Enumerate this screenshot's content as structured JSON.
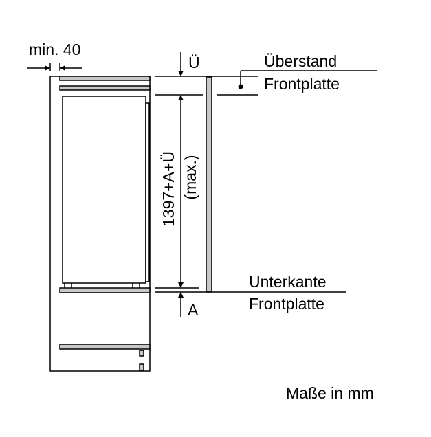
{
  "labels": {
    "min_gap": "min. 40",
    "overhang_symbol": "Ü",
    "overhang_title": "Überstand",
    "overhang_subtitle": "Frontplatte",
    "height_dim": "1397+A+Ü",
    "height_qualifier": "(max.)",
    "bottom_edge_title": "Unterkante",
    "bottom_edge_subtitle": "Frontplatte",
    "bottom_symbol": "A",
    "units_note": "Maße in mm"
  },
  "colors": {
    "panel_fill": "#c8c8c8",
    "line": "#000000"
  }
}
